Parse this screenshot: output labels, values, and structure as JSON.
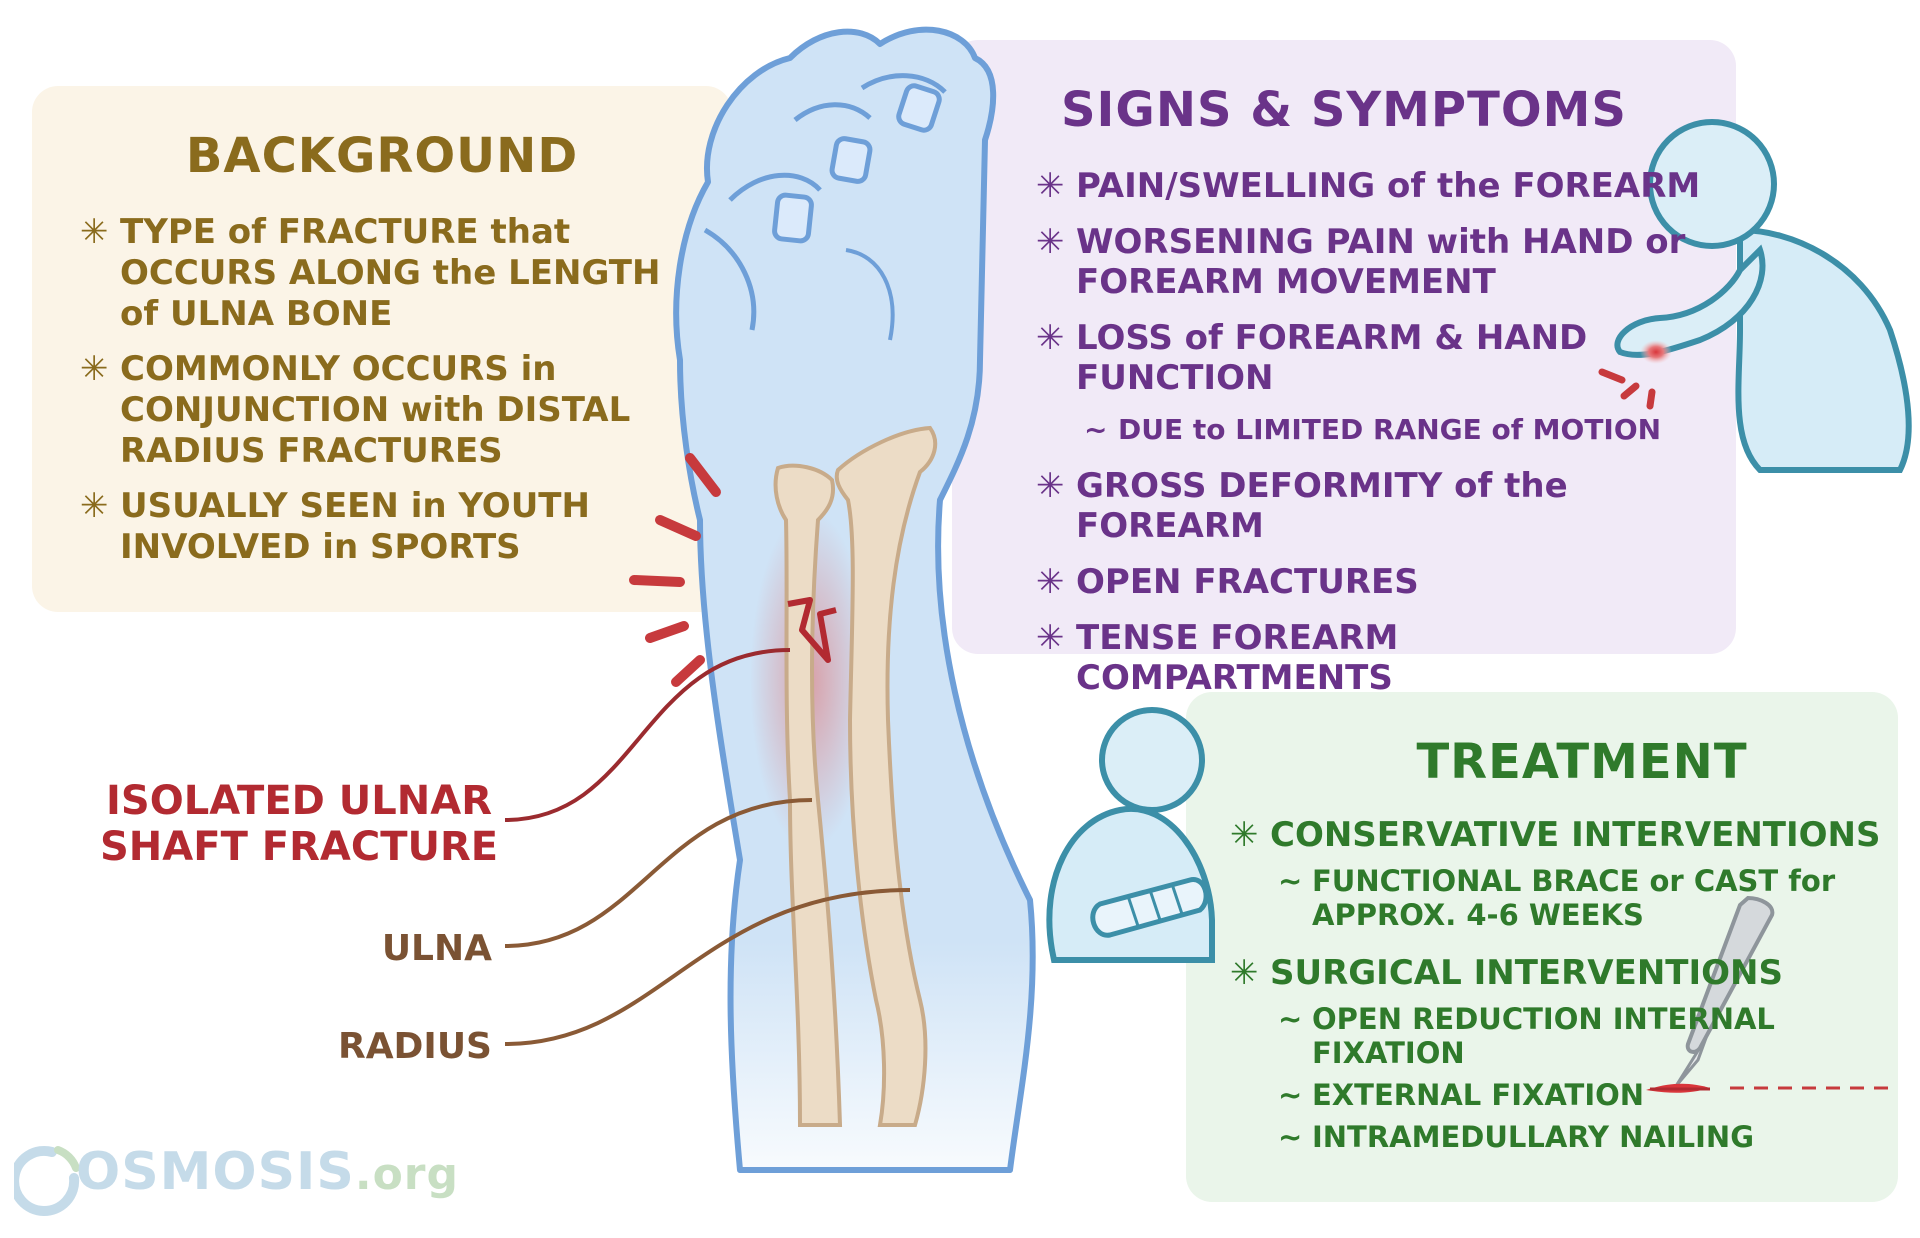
{
  "background": {
    "title": "BACKGROUND",
    "items": [
      "TYPE of FRACTURE that OCCURS ALONG the LENGTH of ULNA BONE",
      "COMMONLY OCCURS in CONJUNCTION with DISTAL RADIUS FRACTURES",
      "USUALLY SEEN in YOUTH INVOLVED in SPORTS"
    ]
  },
  "signs": {
    "title": "SIGNS & SYMPTOMS",
    "items": [
      "PAIN/SWELLING of the FOREARM",
      "WORSENING PAIN with HAND or FOREARM MOVEMENT",
      "LOSS of FOREARM & HAND FUNCTION",
      "GROSS DEFORMITY of the FOREARM",
      "OPEN FRACTURES",
      "TENSE FOREARM COMPARTMENTS"
    ],
    "subnote": "DUE to LIMITED RANGE of MOTION"
  },
  "treatment": {
    "title": "TREATMENT",
    "conservative": {
      "label": "CONSERVATIVE INTERVENTIONS",
      "subs": [
        "FUNCTIONAL BRACE or CAST for APPROX. 4-6 WEEKS"
      ]
    },
    "surgical": {
      "label": "SURGICAL INTERVENTIONS",
      "subs": [
        "OPEN REDUCTION INTERNAL FIXATION",
        "EXTERNAL FIXATION",
        "INTRAMEDULLARY NAILING"
      ]
    }
  },
  "labels": {
    "fracture_line1": "ISOLATED ULNAR",
    "fracture_line2": "SHAFT FRACTURE",
    "ulna": "ULNA",
    "radius": "RADIUS"
  },
  "glyphs": {
    "bullet": "✳",
    "sub": "~"
  },
  "logo": {
    "name": "OSMOSIS",
    "suffix": ".org"
  },
  "colors": {
    "background": "#8a6b1d",
    "signs": "#6a3389",
    "treatment": "#2f7a2b",
    "fracture": "#b22a31",
    "bone_label": "#7a5233",
    "skin": "#cfe3f6",
    "skin_outline": "#6e9fd8",
    "bone": "#ecdcc6"
  }
}
